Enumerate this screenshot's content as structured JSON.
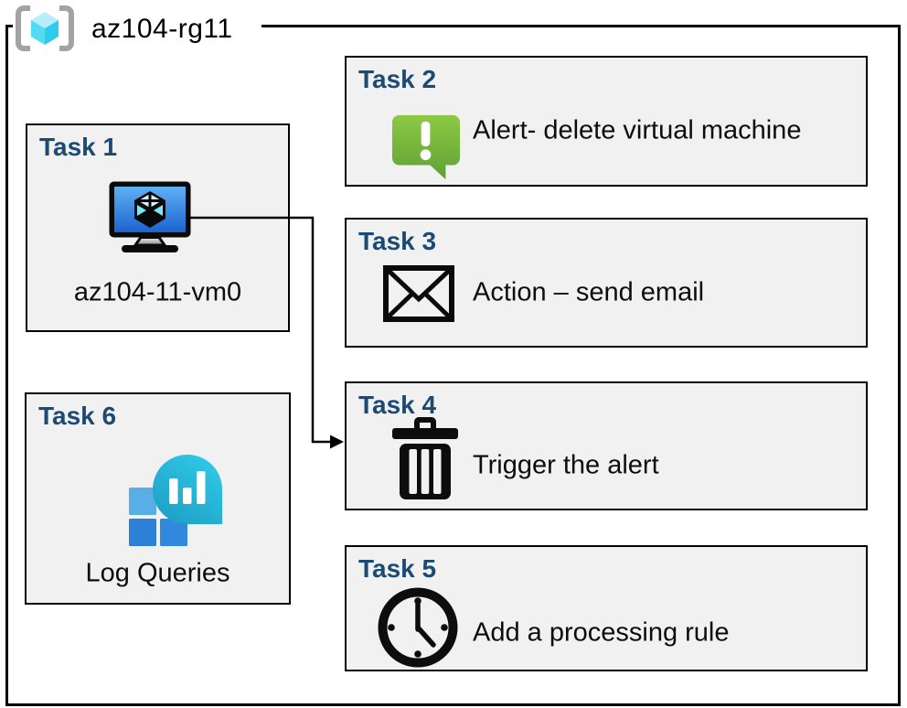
{
  "resource_group": {
    "name": "az104-rg11",
    "icon": "resource-group-icon"
  },
  "tasks": [
    {
      "title": "Task 1",
      "label": "az104-11-vm0",
      "icon": "virtual-machine-icon"
    },
    {
      "title": "Task 2",
      "label": "Alert- delete virtual machine",
      "icon": "alert-message-icon"
    },
    {
      "title": "Task 3",
      "label": "Action – send email",
      "icon": "email-envelope-icon"
    },
    {
      "title": "Task 4",
      "label": "Trigger the alert",
      "icon": "trash-can-icon"
    },
    {
      "title": "Task 5",
      "label": "Add a processing rule",
      "icon": "clock-icon"
    },
    {
      "title": "Task 6",
      "label": "Log Queries",
      "icon": "log-analytics-icon"
    }
  ],
  "connector": {
    "from": "Task 1",
    "to": "Task 4"
  },
  "colors": {
    "task_title_blue": "#1B4A74",
    "box_fill": "#F1F1F1",
    "border_black": "#000000",
    "alert_green": "#76BC43",
    "vm_screen_blue": "#2E7CD6",
    "log_droplet_teal": "#22AFD3",
    "log_square_blue": "#2B83D9",
    "rg_cube_cyan": "#50E6FF",
    "bracket_gray": "#A3A3A3"
  }
}
